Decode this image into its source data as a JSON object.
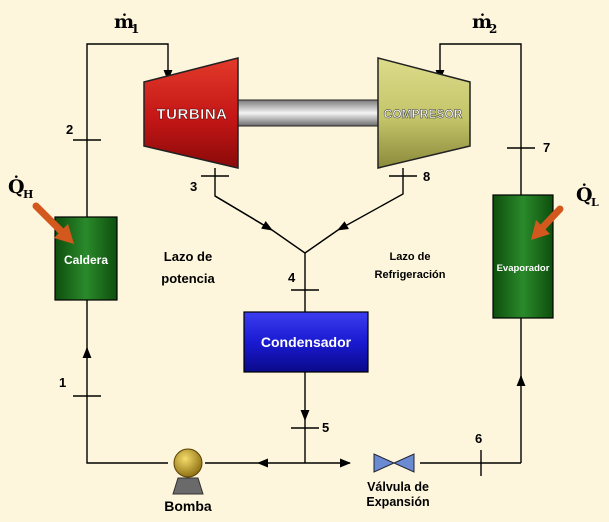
{
  "diagram": {
    "flows": {
      "m1": {
        "symbol": "ṁ",
        "sub": "1"
      },
      "m2": {
        "symbol": "ṁ",
        "sub": "2"
      },
      "qh": {
        "symbol": "Q̇",
        "sub": "H"
      },
      "ql": {
        "symbol": "Q̇",
        "sub": "L"
      }
    },
    "components": {
      "turbine": "TURBINA",
      "compressor": "COMPRESOR",
      "boiler": "Caldera",
      "evaporator": "Evaporador",
      "condenser": "Condensador",
      "pump": "Bomba",
      "valve_line1": "Válvula de",
      "valve_line2": "Expansión"
    },
    "loops": {
      "power_line1": "Lazo de",
      "power_line2": "potencia",
      "refrig_line1": "Lazo de",
      "refrig_line2": "Refrigeración"
    },
    "states": [
      "1",
      "2",
      "3",
      "4",
      "5",
      "6",
      "7",
      "8"
    ],
    "colors": {
      "background": "#fdf6dc",
      "turbine": "#cc1a1a",
      "compressor": "#c8c86e",
      "boiler": "#1a6e1a",
      "evaporator": "#1a6e1a",
      "condenser": "#1414d2",
      "heat_arrow": "#d2581e",
      "pump": "#c89b1e"
    }
  }
}
